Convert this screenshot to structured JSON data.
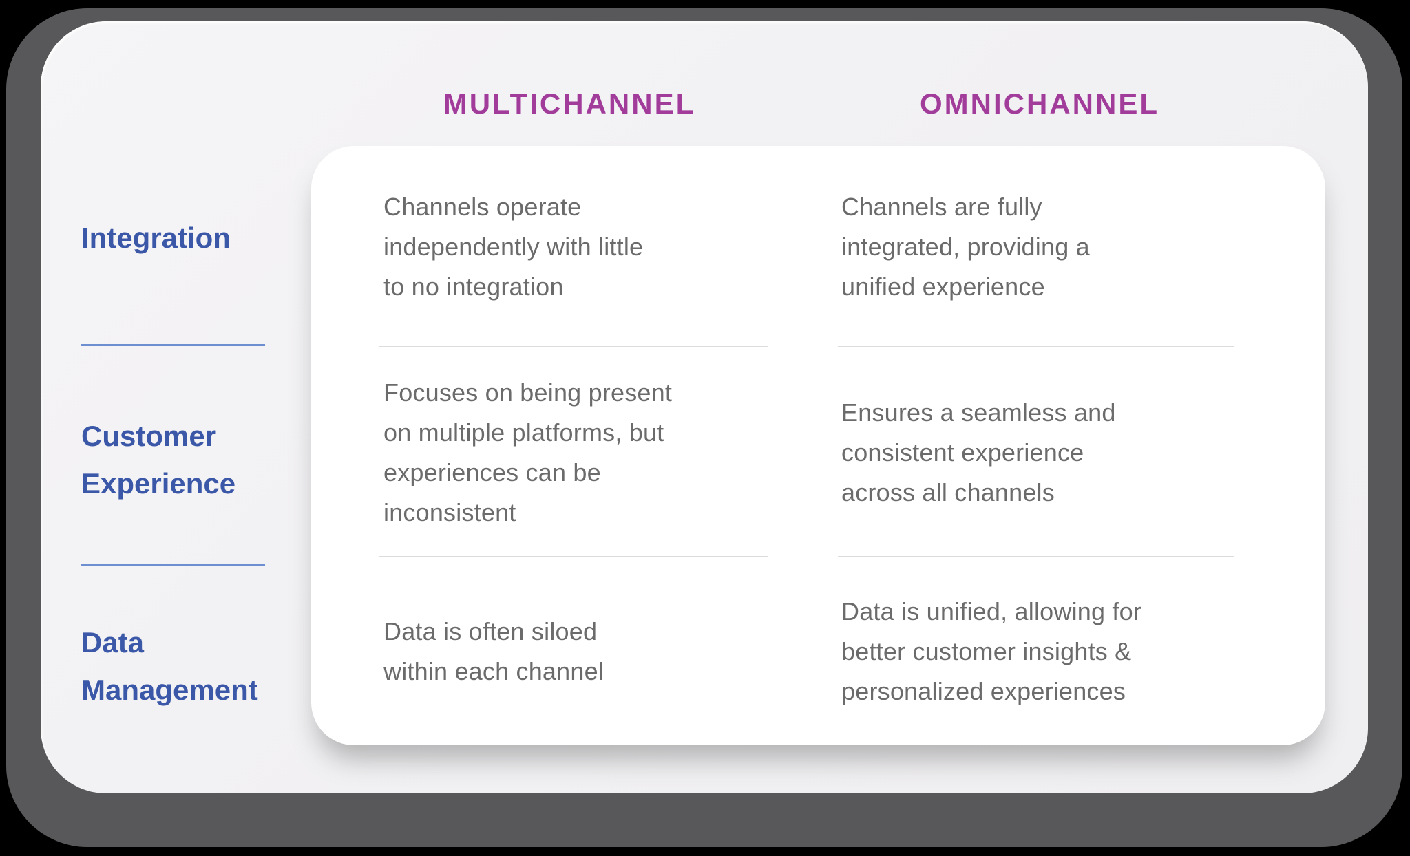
{
  "comparison_table": {
    "column_headers": {
      "multichannel": "MULTICHANNEL",
      "omnichannel": "OMNICHANNEL"
    },
    "rows": [
      {
        "label": "Integration",
        "multichannel": "Channels operate\nindependently with little\nto no integration",
        "omnichannel": "Channels are fully\nintegrated, providing a\nunified experience"
      },
      {
        "label": "Customer\nExperience",
        "multichannel": "Focuses on being present\non multiple platforms, but\nexperiences can be\ninconsistent",
        "omnichannel": "Ensures a seamless and\nconsistent experience\nacross all channels"
      },
      {
        "label": "Data\nManagement",
        "multichannel": "Data is often siloed\nwithin each channel",
        "omnichannel": "Data is unified, allowing for\nbetter customer insights &\npersonalized experiences"
      }
    ],
    "colors": {
      "header_purple": "#A23C9B",
      "label_blue": "#3A57A8",
      "body_text_gray": "#6B6B6B",
      "card_light_gray": "#F1F0F2",
      "inner_card_white": "#FFFFFF",
      "shadow_dark_gray": "#58585A",
      "divider_gray": "#DCDCDC",
      "divider_blue": "#6D8ED1",
      "page_background": "#000000"
    }
  }
}
